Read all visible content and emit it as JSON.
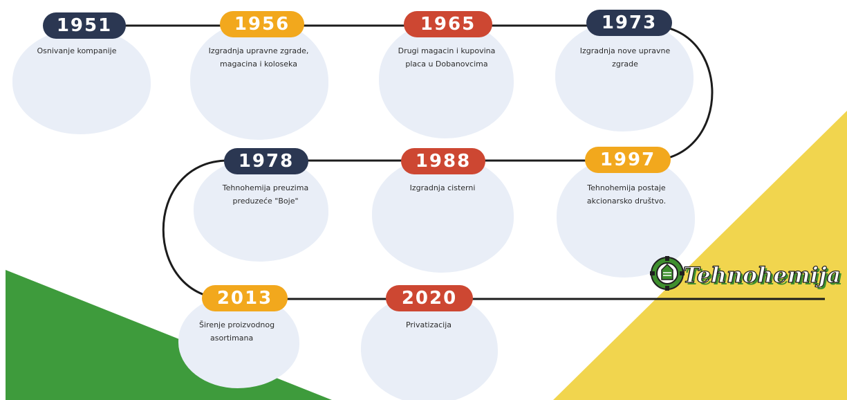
{
  "milestones": [
    {
      "year": "1951",
      "text_lines": [
        "Osnivanje kompanije"
      ]
    },
    {
      "year": "1956",
      "text_lines": [
        "Izgradnja upravne zgrade,",
        "magacina i koloseka"
      ]
    },
    {
      "year": "1965",
      "text_lines": [
        "Drugi magacin i kupovina",
        "placa u Dobanovcima"
      ]
    },
    {
      "year": "1973",
      "text_lines": [
        "Izgradnja nove upravne",
        "zgrade"
      ]
    },
    {
      "year": "1978",
      "text_lines": [
        "Tehnohemija preuzima",
        "preduzeće \"Boje\""
      ]
    },
    {
      "year": "1988",
      "text_lines": [
        "Izgradnja cisterni"
      ]
    },
    {
      "year": "1997",
      "text_lines": [
        "Tehnohemija postaje",
        "akcionarsko društvo."
      ]
    },
    {
      "year": "2013",
      "text_lines": [
        "Širenje proizvodnog",
        "asortimana"
      ]
    },
    {
      "year": "2020",
      "text_lines": [
        "Privatizacija"
      ]
    }
  ],
  "logo": {
    "text": "Tehnohemija",
    "icon": "tehnohemija-gear-emblem"
  },
  "colors": {
    "navy": "#2b3752",
    "yellow": "#f2a81d",
    "red": "#cd4732",
    "blob": "#e9eef7",
    "green": "#3e9b3c",
    "banner_yellow": "#f1d54e",
    "line": "#1c1c1c"
  }
}
